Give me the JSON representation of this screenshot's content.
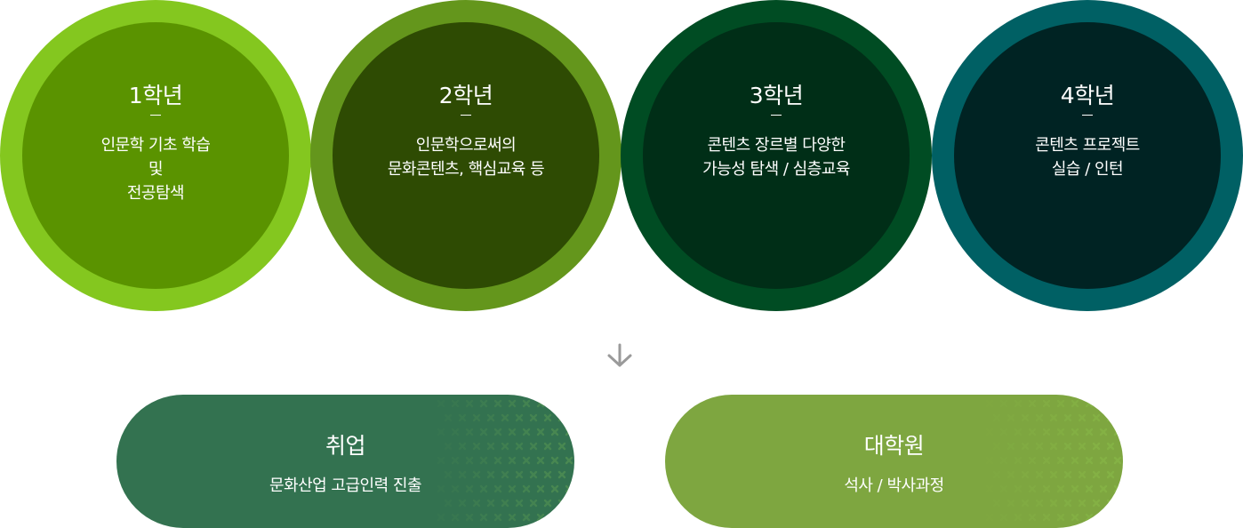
{
  "stages": [
    {
      "year": "1학년",
      "lines": [
        "인문학 기초 학습",
        "및",
        "전공탐색"
      ],
      "outer_color": "#84c71f",
      "inner_color": "#5a9300"
    },
    {
      "year": "2학년",
      "lines": [
        "인문학으로써의",
        "문화콘텐츠, 핵심교육 등"
      ],
      "outer_color": "#64961c",
      "inner_color": "#2e4b03"
    },
    {
      "year": "3학년",
      "lines": [
        "콘텐츠 장르별 다양한",
        "가능성 탐색 / 심층교육"
      ],
      "outer_color": "#004c23",
      "inner_color": "#002e17"
    },
    {
      "year": "4학년",
      "lines": [
        "콘텐츠 프로젝트",
        "실습 / 인턴"
      ],
      "outer_color": "#006064",
      "inner_color": "#002323"
    }
  ],
  "arrow_icon": "arrow-down-icon",
  "outcomes": [
    {
      "title": "취업",
      "subtitle": "문화산업 고급인력 진출",
      "color": "#337250"
    },
    {
      "title": "대학원",
      "subtitle": "석사 / 박사과정",
      "color": "#7ea640"
    }
  ]
}
